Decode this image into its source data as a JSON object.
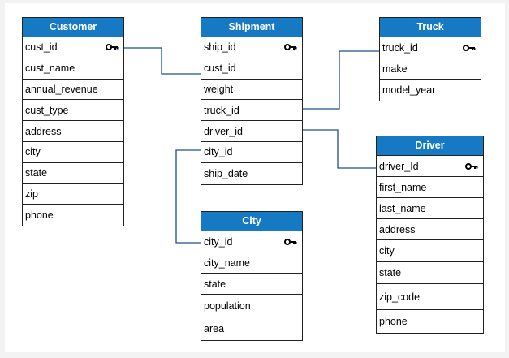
{
  "diagram": {
    "entities": {
      "customer": {
        "title": "Customer",
        "fields": [
          {
            "name": "cust_id",
            "key": true
          },
          {
            "name": "cust_name",
            "key": false
          },
          {
            "name": "annual_revenue",
            "key": false
          },
          {
            "name": "cust_type",
            "key": false
          },
          {
            "name": "address",
            "key": false
          },
          {
            "name": "city",
            "key": false
          },
          {
            "name": "state",
            "key": false
          },
          {
            "name": "zip",
            "key": false
          },
          {
            "name": "phone",
            "key": false
          }
        ]
      },
      "shipment": {
        "title": "Shipment",
        "fields": [
          {
            "name": "ship_id",
            "key": true
          },
          {
            "name": "cust_id",
            "key": false
          },
          {
            "name": "weight",
            "key": false
          },
          {
            "name": "truck_id",
            "key": false
          },
          {
            "name": "driver_id",
            "key": false
          },
          {
            "name": "city_id",
            "key": false
          },
          {
            "name": "ship_date",
            "key": false
          }
        ]
      },
      "truck": {
        "title": "Truck",
        "fields": [
          {
            "name": "truck_id",
            "key": true
          },
          {
            "name": "make",
            "key": false
          },
          {
            "name": "model_year",
            "key": false
          }
        ]
      },
      "driver": {
        "title": "Driver",
        "fields": [
          {
            "name": "driver_Id",
            "key": true
          },
          {
            "name": "first_name",
            "key": false
          },
          {
            "name": "last_name",
            "key": false
          },
          {
            "name": "address",
            "key": false
          },
          {
            "name": "city",
            "key": false
          },
          {
            "name": "state",
            "key": false
          },
          {
            "name": "zip_code",
            "key": false
          },
          {
            "name": "phone",
            "key": false
          }
        ]
      },
      "city": {
        "title": "City",
        "fields": [
          {
            "name": "city_id",
            "key": true
          },
          {
            "name": "city_name",
            "key": false
          },
          {
            "name": "state",
            "key": false
          },
          {
            "name": "population",
            "key": false
          },
          {
            "name": "area",
            "key": false
          }
        ]
      }
    },
    "relationships": [
      {
        "from": "Customer.cust_id",
        "to": "Shipment.cust_id"
      },
      {
        "from": "Truck.truck_id",
        "to": "Shipment.truck_id"
      },
      {
        "from": "Driver.driver_Id",
        "to": "Shipment.driver_id"
      },
      {
        "from": "City.city_id",
        "to": "Shipment.city_id"
      }
    ],
    "colors": {
      "header": "#1579c3",
      "connector": "#1c4f8f",
      "border": "#222222"
    },
    "icons": {
      "primary_key": "key-icon"
    }
  }
}
